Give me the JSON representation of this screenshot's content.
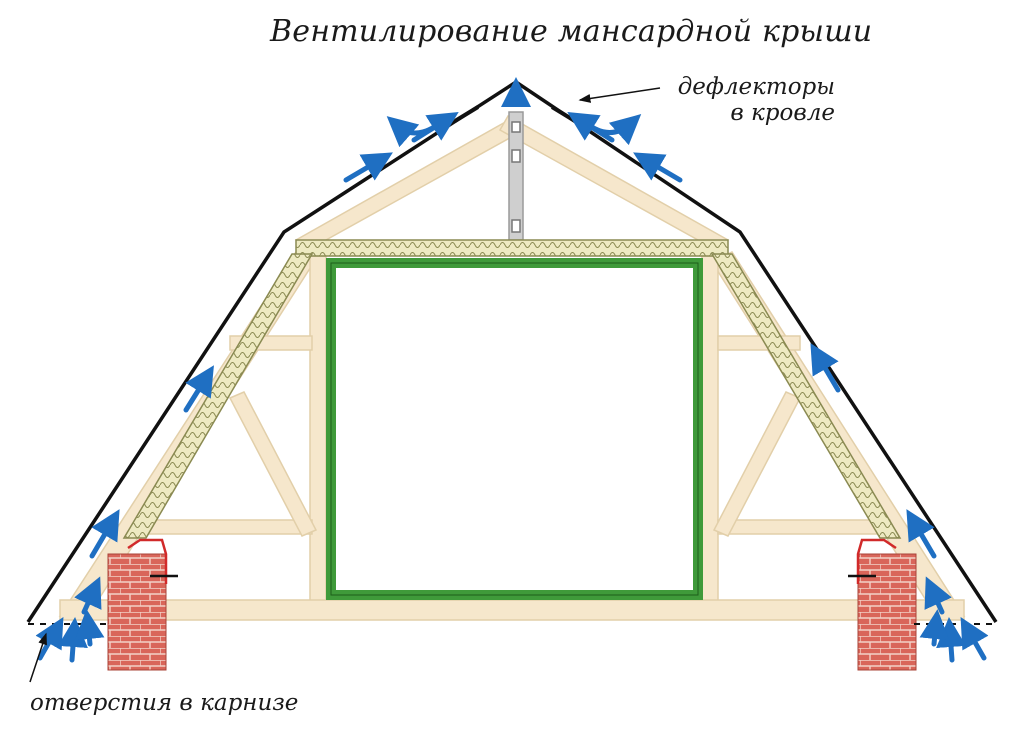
{
  "diagram": {
    "title": "Вентилирование мансардной крыши",
    "labels": {
      "deflectors_line1": "дефлекторы",
      "deflectors_line2": "в кровле",
      "eaves_openings": "отверстия в карнизе"
    },
    "colors": {
      "roof_line": "#111111",
      "airflow": "#1f6fc2",
      "timber": "#f6e7cc",
      "timber_edge": "#e2cfa9",
      "insulation": "#eeeac2",
      "insulation_edge": "#8a8a52",
      "wall_frame": "#3f9a3a",
      "brick": "#d9665a",
      "mortar": "#f3d2c8",
      "flashing": "#d12a2a",
      "bracket": "#b8b8b8"
    }
  }
}
